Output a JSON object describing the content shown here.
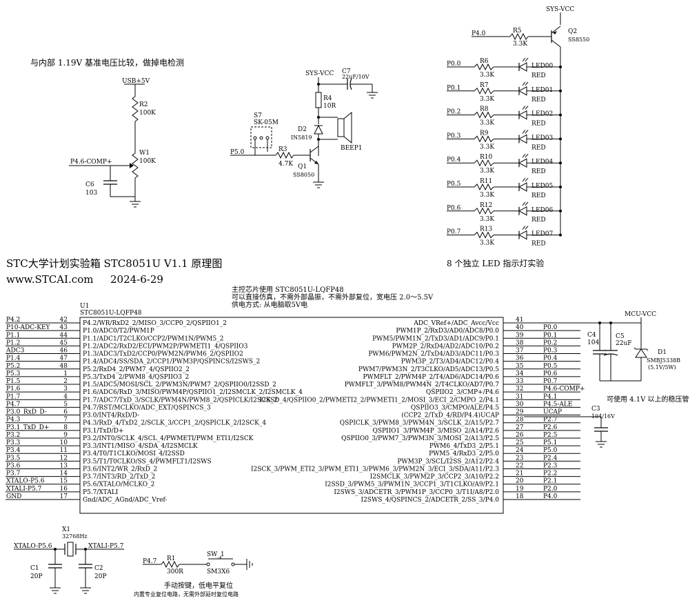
{
  "notes": {
    "comparator": "与内部 1.19V 基准电压比较，做掉电检测",
    "title": "STC大学计划实验箱 STC8051U  V1.1 原理图",
    "website": "www.STCAI.com",
    "date": "2024-6-29",
    "led_caption": "8 个独立 LED 指示灯实验",
    "chip_line1": "主控芯片使用 STC8051U-LQFP48",
    "chip_line2": "可以直接仿真，不需外部晶振，不需外部复位，宽电压 2.0～5.5V",
    "chip_line3": "供电方式: 从电脑取5V电",
    "regulator_note": "可使用 4.1V 以上的稳压管",
    "reset_title": "手动按键，低电平复位",
    "reset_sub": "内置专业复位电路，无需外部延时复位电路"
  },
  "comp": {
    "usb": "USB+5V",
    "r2": "R2",
    "r2v": "100K",
    "w1": "W1",
    "w1v": "100K",
    "net": "P4.6-COMP+",
    "c6": "C6",
    "c6v": "103"
  },
  "buzzer": {
    "vcc": "SYS-VCC",
    "c7": "C7",
    "c7v": "22uF/10V",
    "r4": "R4",
    "r4v": "10R",
    "d2": "D2",
    "d2v": "IN5819",
    "beep": "BEEP1",
    "s7": "S7",
    "s7v": "SK-05M",
    "p50": "P5.0",
    "r3": "R3",
    "r3v": "4.7K",
    "q1": "Q1",
    "q1v": "SS8050"
  },
  "leds": {
    "vcc": "SYS-VCC",
    "p40": "P4.0",
    "r5": "R5",
    "r5v": "3.3K",
    "q2": "Q2",
    "q2v": "SS8550",
    "rows": [
      {
        "port": "P0.0",
        "res": "R6",
        "val": "3.3K",
        "led": "LED00",
        "color": "RED"
      },
      {
        "port": "P0.1",
        "res": "R7",
        "val": "3.3K",
        "led": "LED01",
        "color": "RED"
      },
      {
        "port": "P0.2",
        "res": "R8",
        "val": "3.3K",
        "led": "LED02",
        "color": "RED"
      },
      {
        "port": "P0.3",
        "res": "R9",
        "val": "3.3K",
        "led": "LED03",
        "color": "RED"
      },
      {
        "port": "P0.4",
        "res": "R10",
        "val": "3.3K",
        "led": "LED04",
        "color": "RED"
      },
      {
        "port": "P0.5",
        "res": "R11",
        "val": "3.3K",
        "led": "LED05",
        "color": "RED"
      },
      {
        "port": "P0.6",
        "res": "R12",
        "val": "3.3K",
        "led": "LED06",
        "color": "RED"
      },
      {
        "port": "P0.7",
        "res": "R13",
        "val": "3.3K",
        "led": "LED07",
        "color": "RED"
      }
    ]
  },
  "mcu": {
    "ref": "U1",
    "part": "STC8051U-LQFP48",
    "left": [
      {
        "net": "P4.2",
        "num": "42",
        "fn": "P4.2/WR/RxD2_2/MISO_3/CCP0_2/QSPIIO1_2"
      },
      {
        "net": "P10-ADC-KEY",
        "num": "43",
        "fn": "P1.0/ADC0/T2/PWM1P"
      },
      {
        "net": "P1.1",
        "num": "44",
        "fn": "P1.1/ADC1/T2CLKO/CCP2/PWM1N/PWM5_2"
      },
      {
        "net": "P1.2",
        "num": "45",
        "fn": "P1.2/ADC2/RxD2/ECI/PWM2P/PWMETI1_4/QSPIIO3"
      },
      {
        "net": "ADC3",
        "num": "46",
        "fn": "P1.3/ADC3/TxD2/CCP0/PWM2N/PWM6_2/QSPIIO2"
      },
      {
        "net": "P1.4",
        "num": "47",
        "fn": "P1.4/ADC4/SS/SDA_2/CCP1/PWM3P/QSPINCS/I2SWS_2"
      },
      {
        "net": "P5.2",
        "num": "48",
        "fn": "P5.2/RxD4_2/PWM7_4/QSPIIO2_2"
      },
      {
        "net": "P5.3",
        "num": "1",
        "fn": "P5.3/TxD4_2/PWM8_4/QSPIIO3_2"
      },
      {
        "net": "P1.5",
        "num": "2",
        "fn": "P1.5/ADC5/MOSI/SCL_2/PWM3N/PWM7_2/QSPIIO0/I2SSD_2"
      },
      {
        "net": "P1.6",
        "num": "3",
        "fn": "P1.6/ADC6/RxD_3/MISO/PWM4P/QSPIIO1_2/I2SMCLK_2/I2SMCLK_4"
      },
      {
        "net": "P1.7",
        "num": "4",
        "fn": "P1.7/ADC7/TxD_3/SCLK/PWM4N/PWM8_2/QSPICLK/I2SCK_2"
      },
      {
        "net": "P4.7",
        "num": "5",
        "fn": "P4.7/RST/MCLKO/ADC_EXT/QSPINCS_3"
      },
      {
        "net": "P3.0_RxD_D-",
        "num": "6",
        "fn": "P3.0/INT4/RxD/D-"
      },
      {
        "net": "P4.3",
        "num": "7",
        "fn": "P4.3/RxD_4/TxD2_2/SCLK_3/CCP1_2/QSPICLK_2/I2SCK_4"
      },
      {
        "net": "P3.1_TxD_D+",
        "num": "8",
        "fn": "P3.1/TxD/D+"
      },
      {
        "net": "P3.2",
        "num": "9",
        "fn": "P3.2/INT0/SCLK_4/SCL_4/PWMETI/PWM_ETI1/I2SCK"
      },
      {
        "net": "P3.3",
        "num": "10",
        "fn": "P3.3/INT1/MISO_4/SDA_4/I2SMCLK"
      },
      {
        "net": "P3.4",
        "num": "11",
        "fn": "P3.4/T0/T1CLKO/MOSI_4/I2SSD"
      },
      {
        "net": "P3.5",
        "num": "12",
        "fn": "P3.5/T1/T0CLKO/SS_4/PWMFLT1/I2SWS"
      },
      {
        "net": "P3.6",
        "num": "13",
        "fn": "P3.6/INT2/WR_2/RxD_2"
      },
      {
        "net": "P3.7",
        "num": "14",
        "fn": "P3.7/INT3/RD_2/TxD_2"
      },
      {
        "net": "XTALO-P5.6",
        "num": "15",
        "fn": "P5.6/XTALO/MCLKO_2"
      },
      {
        "net": "XTALI-P5.7",
        "num": "16",
        "fn": "P5.7/XTALI"
      },
      {
        "net": "GND",
        "num": "17",
        "fn": "Gnd/ADC_AGnd/ADC_Vref-"
      }
    ],
    "right": [
      {
        "num": "41",
        "net": "",
        "fn": "ADC_VRef+/ADC_Avcc/Vcc"
      },
      {
        "num": "40",
        "net": "P0.0",
        "fn": "PWM1P_2/RxD3/AD0/ADC8/P0.0"
      },
      {
        "num": "39",
        "net": "P0.1",
        "fn": "PWM5/PWM1N_2/TxD3/AD1/ADC9/P0.1"
      },
      {
        "num": "38",
        "net": "P0.2",
        "fn": "PWM2P_2/RxD4/AD2/ADC10/P0.2"
      },
      {
        "num": "37",
        "net": "P0.3",
        "fn": "PWM6/PWM2N_2/TxD4/AD3/ADC11/P0.3"
      },
      {
        "num": "36",
        "net": "P0.4",
        "fn": "PWM3P_2/T3/AD4/ADC12/P0.4"
      },
      {
        "num": "35",
        "net": "P0.5",
        "fn": "PWM7/PWM3N_2/T3CLKO/AD5/ADC13/P0.5"
      },
      {
        "num": "34",
        "net": "P0.6",
        "fn": "PWMFLT_2/PWM4P_2/T4/AD6/ADC14/P0.6"
      },
      {
        "num": "33",
        "net": "P0.7",
        "fn": "PWMFLT_3/PWM8/PWM4N_2/T4CLKO/AD7/P0.7"
      },
      {
        "num": "32",
        "net": "P4.6-COMP+",
        "fn": "QSPIIO2_3/CMP+/P4.6"
      },
      {
        "num": "31",
        "net": "P4.1",
        "fn": "I2SSD_4/QSPIIO0_2/PWMETI2_2/PWMETI1_2/MOSI_3/ECI_2/CMPO_2/P4.1"
      },
      {
        "num": "30",
        "net": "P4.5-ALE",
        "fn": "QSPIIO3_3/CMPO/ALE/P4.5"
      },
      {
        "num": "29",
        "net": "UCAP",
        "fn": "(CCP2_2/TxD_4/RD/P4.4)UCAP"
      },
      {
        "num": "28",
        "net": "P2.7",
        "fn": "QSPICLK_3/PWM8_3/PWM4N_3/SCLK_2/A15/P2.7"
      },
      {
        "num": "27",
        "net": "P2.6",
        "fn": "QSPIIO1_3/PWM4P_3/MISO_2/A14/P2.6"
      },
      {
        "num": "26",
        "net": "P2.5",
        "fn": "QSPIIO0_3/PWM7_3/PWM3N_3/MOSI_2/A13/P2.5"
      },
      {
        "num": "25",
        "net": "P5.1",
        "fn": "PWM6_4/TxD3_2/P5.1"
      },
      {
        "num": "24",
        "net": "P5.0",
        "fn": "PWM5_4/RxD3_2/P5.0"
      },
      {
        "num": "23",
        "net": "P2.4",
        "fn": "PWM3P_3/SCL/I2SS_2/A12/P2.4"
      },
      {
        "num": "22",
        "net": "P2.3",
        "fn": "I2SCK_3/PWM_ETI2_3/PWM_ETI1_3/PWM6_3/PWM2N_3/ECI_3/SDA/A11/P2.3"
      },
      {
        "num": "21",
        "net": "P2.2",
        "fn": "I2SMCLK_3/PWM2P_3/CCP2_3/A10/P2.2"
      },
      {
        "num": "20",
        "net": "P2.1",
        "fn": "I2SSD_3/PWM5_3/PWM1N_3/CCP1_3/T1CLKO/A9/P2.1"
      },
      {
        "num": "19",
        "net": "P2.0",
        "fn": "I2SWS_3/ADCETR_3/PWM1P_3/CCP0_3/T1I/A8/P2.0"
      },
      {
        "num": "18",
        "net": "P4.0",
        "fn": "I2SWS_4/QSPINCS_2/ADCETR_2/SS_3/P4.0"
      }
    ]
  },
  "power": {
    "vcc": "MCU-VCC",
    "c4": "C4",
    "c4v": "104",
    "c5": "C5",
    "c5v": "22uF",
    "d1": "D1",
    "d1v": "SMBJ5338B",
    "d1v2": "(5.1V/5W)",
    "c3": "C3",
    "c3v": "104/16V"
  },
  "crystal": {
    "x1": "X1",
    "x1v": "32768Hz",
    "xo": "XTALO-P5.6",
    "xi": "XTALI-P5.7",
    "c1": "C1",
    "c1v": "20P",
    "c2": "C2",
    "c2v": "20P"
  },
  "reset": {
    "p47": "P4.7",
    "r1": "R1",
    "r1v": "300R",
    "sw": "SW_1",
    "swv": "SM3X6"
  }
}
